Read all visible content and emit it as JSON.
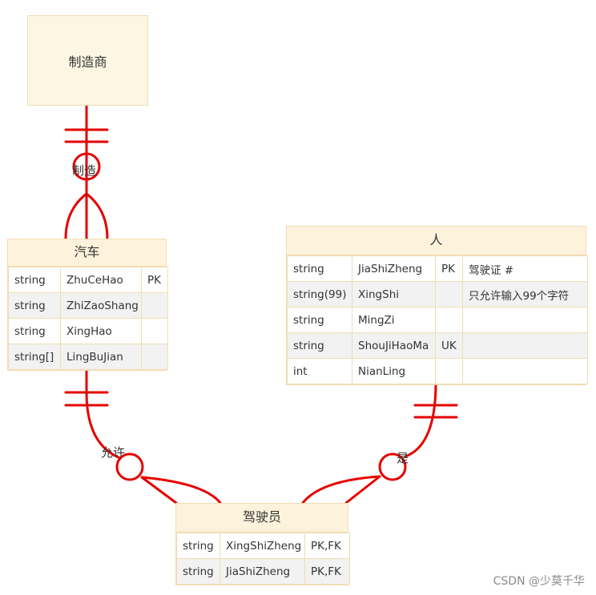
{
  "entities": {
    "manufacturer": {
      "name": "制造商"
    },
    "car": {
      "name": "汽车",
      "attributes": [
        {
          "type": "string",
          "name": "ZhuCeHao",
          "key": "PK",
          "comment": ""
        },
        {
          "type": "string",
          "name": "ZhiZaoShang",
          "key": "",
          "comment": ""
        },
        {
          "type": "string",
          "name": "XingHao",
          "key": "",
          "comment": ""
        },
        {
          "type": "string[]",
          "name": "LingBuJian",
          "key": "",
          "comment": ""
        }
      ]
    },
    "person": {
      "name": "人",
      "attributes": [
        {
          "type": "string",
          "name": "JiaShiZheng",
          "key": "PK",
          "comment": "驾驶证 #"
        },
        {
          "type": "string(99)",
          "name": "XingShi",
          "key": "",
          "comment": "只允许输入99个字符"
        },
        {
          "type": "string",
          "name": "MingZi",
          "key": "",
          "comment": ""
        },
        {
          "type": "string",
          "name": "ShouJiHaoMa",
          "key": "UK",
          "comment": ""
        },
        {
          "type": "int",
          "name": "NianLing",
          "key": "",
          "comment": ""
        }
      ]
    },
    "driver": {
      "name": "驾驶员",
      "attributes": [
        {
          "type": "string",
          "name": "XingShiZheng",
          "key": "PK,FK",
          "comment": ""
        },
        {
          "type": "string",
          "name": "JiaShiZheng",
          "key": "PK,FK",
          "comment": ""
        }
      ]
    }
  },
  "relationships": {
    "manufactures": {
      "label": "制造"
    },
    "allows": {
      "label": "允许"
    },
    "is": {
      "label": "是"
    }
  },
  "colors": {
    "relationship_line": "#e60000",
    "entity_fill": "#fdf6e3",
    "entity_border": "#f2dcb4",
    "row_alt": "#f2f2f2"
  },
  "watermark": "CSDN @少莫千华"
}
